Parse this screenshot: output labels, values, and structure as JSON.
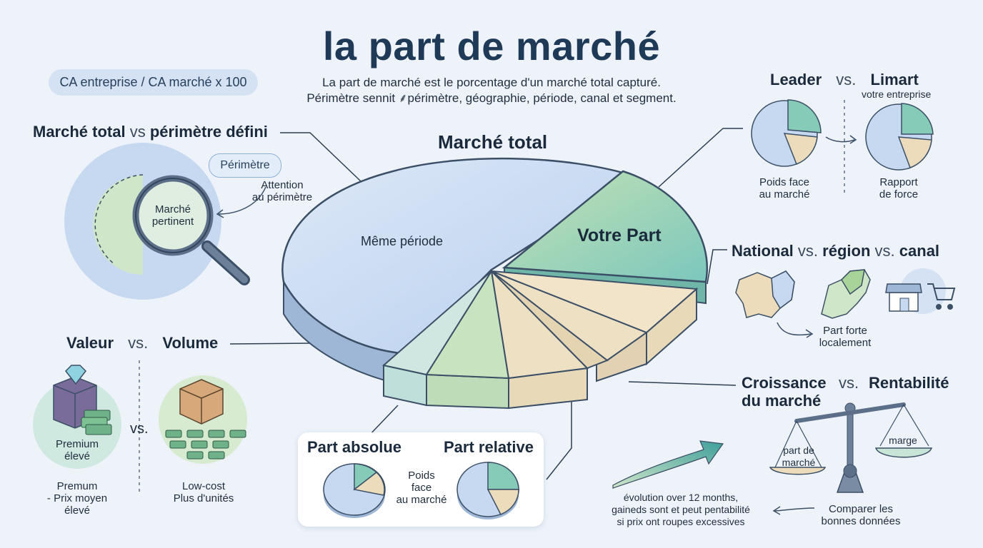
{
  "title": "la part de marché",
  "formula": "CA entreprise / CA marché x 100",
  "subtitle": {
    "line1": "La part de marché est le porcentage d'un marché total capturé.",
    "line2": "Périmètre sennit ⸙périmètre, géographie, période, canal et segment."
  },
  "perimetre": {
    "heading_a": "Marché total",
    "heading_vs": "vs",
    "heading_b": "périmètre défini",
    "pill": "Périmètre",
    "attention_line1": "Attention",
    "attention_line2": "au périmètre",
    "lens_line1": "Marché",
    "lens_line2": "pertinent"
  },
  "pie": {
    "label_total": "Marché total",
    "label_period": "Même période",
    "label_share": "Votre Part"
  },
  "valeur_volume": {
    "heading_a": "Valeur",
    "heading_vs": "vs.",
    "heading_b": "Volume",
    "mid_vs": "vs.",
    "premium_circle_line1": "Premium",
    "premium_circle_line2": "élevé",
    "premium_caption_line1": "Premum",
    "premium_caption_line2": "- Prix moyen",
    "premium_caption_line3": "élevé",
    "lowcost_caption_line1": "Low-cost",
    "lowcost_caption_line2": "Plus d'unités"
  },
  "absolute_relative": {
    "absolue": "Part absolue",
    "relative": "Part relative",
    "middle_line1": "Poids",
    "middle_line2": "face",
    "middle_line3": "au marché"
  },
  "leader": {
    "heading_a": "Leader",
    "heading_vs": "vs.",
    "heading_b": "Limart",
    "heading_b_sub": "votre entreprise",
    "left_caption_line1": "Poids face",
    "left_caption_line2": "au marché",
    "right_caption_line1": "Rapport",
    "right_caption_line2": "de force"
  },
  "national": {
    "heading_a": "National",
    "heading_vs1": "vs.",
    "heading_b": "région",
    "heading_vs2": "vs.",
    "heading_c": "canal",
    "caption_line1": "Part forte",
    "caption_line2": "localement"
  },
  "croissance": {
    "heading_a_line1": "Croissance",
    "heading_a_line2": "du marché",
    "heading_vs": "vs.",
    "heading_b": "Rentabilité",
    "left_pan_line1": "part de",
    "left_pan_line2": "marché",
    "right_pan": "marge",
    "evolution_line1": "évolution over 12 months,",
    "evolution_line2": "gaineds sont et peut pentabilité",
    "evolution_line3": "si prix ont roupes excessives",
    "compare_line1": "Comparer les",
    "compare_line2": "bonnes données"
  },
  "colors": {
    "blue": "#c6d9f1",
    "green": "#bfdcb8",
    "teal": "#86cbb8",
    "beige": "#ecdcbc",
    "navy": "#1f3a57"
  }
}
